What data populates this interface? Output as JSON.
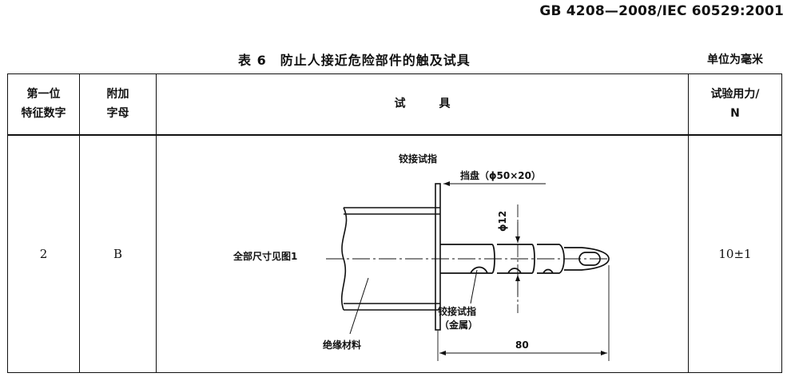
{
  "header": {
    "standard_code": "GB 4208—2008/IEC 60529:2001"
  },
  "table": {
    "title": "表 6　防止人接近危险部件的触及试具",
    "unit": "单位为毫米",
    "columns": {
      "digit_line1": "第一位",
      "digit_line2": "特征数字",
      "letter_line1": "附加",
      "letter_line2": "字母",
      "tool": "试　　　具",
      "force_line1": "试验用力/",
      "force_line2": "N"
    },
    "row": {
      "digit": "2",
      "letter": "B",
      "force": "10±1"
    }
  },
  "figure": {
    "label_hinged_finger": "铰接试指",
    "label_stop_plate": "挡盘（ϕ50×20）",
    "label_diameter": "ϕ12",
    "label_all_dims": "全部尺寸见图1",
    "label_finger_metal_1": "铰接试指",
    "label_finger_metal_2": "（金属）",
    "label_insulating": "绝缘材料",
    "label_length": "80"
  }
}
